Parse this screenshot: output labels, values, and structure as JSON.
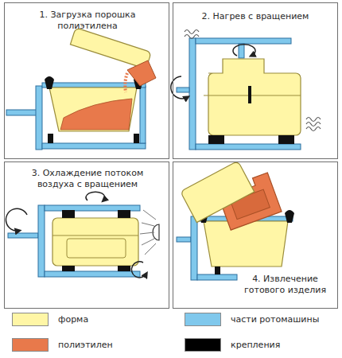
{
  "diagram": {
    "nodes": [
      {
        "text": [
          "1. Загрузка порошка полиэтилена"
        ]
      },
      {
        "text": [
          "2. Нагрев с вращением"
        ]
      },
      {
        "text": [
          "3. Охлаждение потоком воздуха с вращением"
        ]
      },
      {
        "text": [
          "4. Извлечение готового изделия"
        ]
      }
    ],
    "legend": [
      {
        "text": "форма",
        "color": "#fff6a6"
      },
      {
        "text": "полиэтилен",
        "color": "#e8794b"
      },
      {
        "text": "части ротомашины",
        "color": "#80c8ec"
      },
      {
        "text": "крепления",
        "color": "#000000"
      }
    ]
  }
}
